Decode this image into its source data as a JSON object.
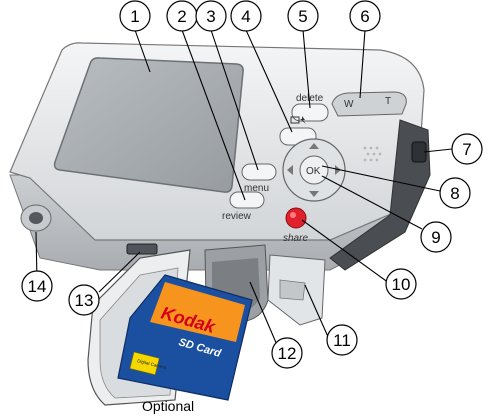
{
  "callouts": [
    "1",
    "2",
    "3",
    "4",
    "5",
    "6",
    "7",
    "8",
    "9",
    "10",
    "11",
    "12",
    "13",
    "14"
  ],
  "buttons": {
    "delete": "delete",
    "menu": "menu",
    "review": "review",
    "ok": "OK",
    "share": "share",
    "zoom_w": "W",
    "zoom_t": "T"
  },
  "card": {
    "brand": "Kodak",
    "type": "SD Card",
    "sticker": "Digital Camera"
  },
  "caption": "Optional",
  "colors": {
    "body": "#e9ebec",
    "body_shadow": "#c9cccf",
    "screen": "#a9aeb2",
    "share_button": "#e0202a",
    "card_orange": "#f7941d",
    "card_blue": "#1b4fa0",
    "card_brand_red": "#d6001c",
    "card_sticker": "#f5d800",
    "battery_door": "#9ca0a4"
  }
}
